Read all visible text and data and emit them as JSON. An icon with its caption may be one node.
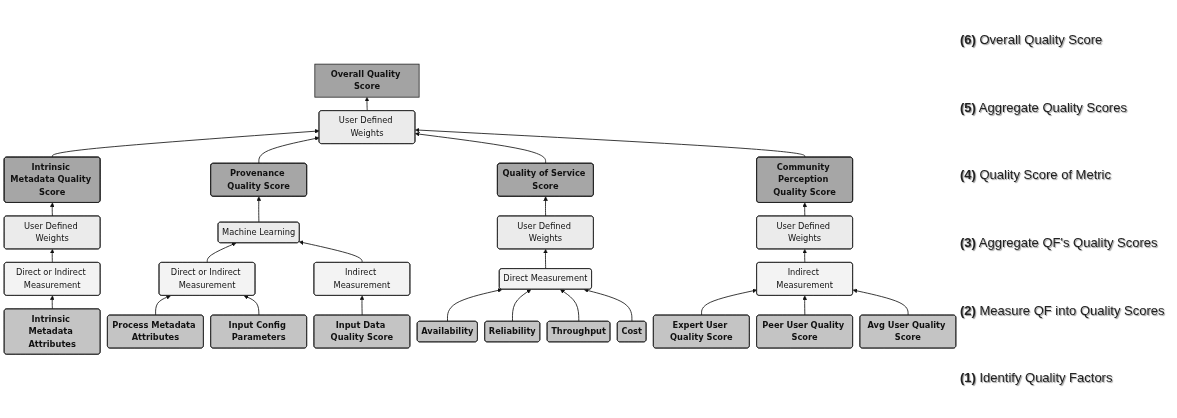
{
  "diagram": {
    "nodes": [
      {
        "text": [
          "Overall Quality Score"
        ]
      },
      {
        "text": [
          "User Defined Weights"
        ]
      },
      {
        "text": [
          "Intrinsic Metadata Quality Score"
        ]
      },
      {
        "text": [
          "Provenance Quality Score"
        ]
      },
      {
        "text": [
          "Quality of Service Score"
        ]
      },
      {
        "text": [
          "Community Perception Quality Score"
        ]
      },
      {
        "text": [
          "User Defined Weights"
        ]
      },
      {
        "text": [
          "Machine Learning"
        ]
      },
      {
        "text": [
          "User Defined Weights"
        ]
      },
      {
        "text": [
          "User Defined Weights"
        ]
      },
      {
        "text": [
          "Direct or Indirect Measurement"
        ]
      },
      {
        "text": [
          "Direct or Indirect Measurement"
        ]
      },
      {
        "text": [
          "Indirect Measurement"
        ]
      },
      {
        "text": [
          "Direct Measurement"
        ]
      },
      {
        "text": [
          "Indirect Measurement"
        ]
      },
      {
        "text": [
          "Intrinsic Metadata Attributes"
        ]
      },
      {
        "text": [
          "Process Metadata Attributes"
        ]
      },
      {
        "text": [
          "Input Config Parameters"
        ]
      },
      {
        "text": [
          "Input Data Quality Score"
        ]
      },
      {
        "text": [
          "Availability"
        ]
      },
      {
        "text": [
          "Reliability"
        ]
      },
      {
        "text": [
          "Expert User Quality Score"
        ]
      },
      {
        "text": [
          "Peer User Quality Score"
        ]
      },
      {
        "text": [
          "Throughput"
        ]
      },
      {
        "text": [
          "Cost"
        ]
      },
      {
        "text": [
          "Avg User Quality Score"
        ]
      }
    ],
    "edges": [
      {
        "from": 1,
        "to": 0,
        "arrow": "to"
      },
      {
        "from": 2,
        "to": 1,
        "arrow": "to"
      },
      {
        "from": 3,
        "to": 1,
        "arrow": "to"
      },
      {
        "from": 4,
        "to": 1,
        "arrow": "to"
      },
      {
        "from": 5,
        "to": 1,
        "arrow": "to"
      },
      {
        "from": 6,
        "to": 2,
        "arrow": "to"
      },
      {
        "from": 7,
        "to": 3,
        "arrow": "to"
      },
      {
        "from": 8,
        "to": 4,
        "arrow": "to"
      },
      {
        "from": 9,
        "to": 5,
        "arrow": "to"
      },
      {
        "from": 10,
        "to": 6,
        "arrow": "to"
      },
      {
        "from": 11,
        "to": 7,
        "arrow": "to"
      },
      {
        "from": 12,
        "to": 7,
        "arrow": "to"
      },
      {
        "from": 13,
        "to": 8,
        "arrow": "to"
      },
      {
        "from": 14,
        "to": 9,
        "arrow": "to"
      },
      {
        "from": 15,
        "to": 10,
        "arrow": "to"
      },
      {
        "from": 16,
        "to": 11,
        "arrow": "to"
      },
      {
        "from": 17,
        "to": 11,
        "arrow": "to"
      },
      {
        "from": 18,
        "to": 12,
        "arrow": "to"
      },
      {
        "from": 19,
        "to": 13,
        "arrow": "to"
      },
      {
        "from": 20,
        "to": 13,
        "arrow": "to"
      },
      {
        "from": 23,
        "to": 13,
        "arrow": "to"
      },
      {
        "from": 24,
        "to": 13,
        "arrow": "to"
      },
      {
        "from": 21,
        "to": 14,
        "arrow": "to"
      },
      {
        "from": 22,
        "to": 14,
        "arrow": "to"
      },
      {
        "from": 25,
        "to": 14,
        "arrow": "to"
      }
    ],
    "labels": [
      "**(6)** Overall Quality Score",
      "**(5)** Aggregate Quality Scores",
      "**(4)** Quality Score of Metric",
      "**(3)** Aggregate QF's Quality Scores",
      "**(2)** Measure QF into Quality Scores",
      "**(1)** Identify Quality Factors"
    ]
  }
}
